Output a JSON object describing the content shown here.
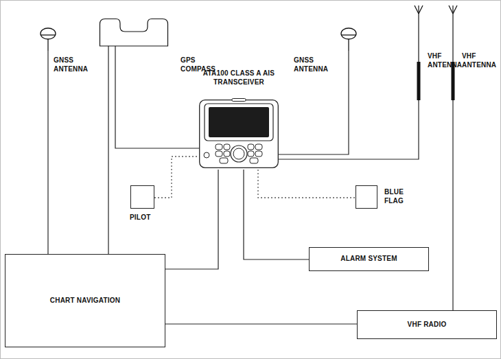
{
  "diagram": {
    "nodes": [
      {
        "text": [
          "GNSS ANTENNA"
        ]
      },
      {
        "text": [
          "GPS COMPASS"
        ]
      },
      {
        "text": [
          "ATA100 CLASS A AIS TRANSCEIVER"
        ]
      },
      {
        "text": [
          "GNSS ANTENNA"
        ]
      },
      {
        "text": [
          "VHF ANTENNA"
        ]
      },
      {
        "text": [
          "VHF ANTENNA"
        ]
      },
      {
        "text": [
          "PILOT"
        ]
      },
      {
        "text": [
          "BLUE FLAG"
        ]
      },
      {
        "text": [
          "ALARM SYSTEM"
        ]
      },
      {
        "text": [
          "CHART NAVIGATION"
        ]
      },
      {
        "text": [
          "VHF RADIO"
        ]
      }
    ],
    "edges": [
      {
        "from": 0,
        "to": 9,
        "arrow": "none"
      },
      {
        "from": 1,
        "to": 9,
        "arrow": "none"
      },
      {
        "from": 1,
        "to": 2,
        "arrow": "none"
      },
      {
        "from": 2,
        "to": 3,
        "arrow": "none"
      },
      {
        "from": 2,
        "to": 4,
        "arrow": "none"
      },
      {
        "from": 6,
        "to": 2,
        "arrow": "none"
      },
      {
        "from": 2,
        "to": 7,
        "arrow": "none"
      },
      {
        "from": 2,
        "to": 8,
        "arrow": "none"
      },
      {
        "from": 2,
        "to": 9,
        "arrow": "none"
      },
      {
        "from": 9,
        "to": 10,
        "arrow": "none"
      },
      {
        "from": 5,
        "to": 10,
        "arrow": "none"
      }
    ]
  }
}
